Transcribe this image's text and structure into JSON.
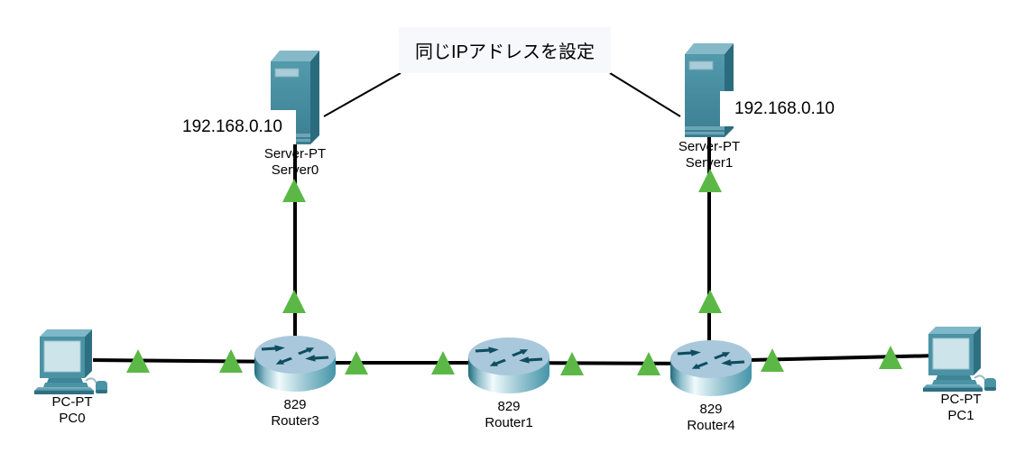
{
  "annotation": {
    "text": "同じIPアドレスを設定"
  },
  "devices": {
    "server0": {
      "model": "Server-PT",
      "name": "Server0",
      "ip_note": "192.168.0.10"
    },
    "server1": {
      "model": "Server-PT",
      "name": "Server1",
      "ip_note": "192.168.0.10"
    },
    "router3": {
      "model": "829",
      "name": "Router3"
    },
    "router1": {
      "model": "829",
      "name": "Router1"
    },
    "router4": {
      "model": "829",
      "name": "Router4"
    },
    "pc0": {
      "model": "PC-PT",
      "name": "PC0"
    },
    "pc1": {
      "model": "PC-PT",
      "name": "PC1"
    }
  },
  "colors": {
    "link": "#000000",
    "status_ok": "#5CB846",
    "note_bg": "#FFFFFF",
    "annotation_bg": "#F7F8FC",
    "device_primary": "#4A92A4",
    "text": "#000000"
  }
}
